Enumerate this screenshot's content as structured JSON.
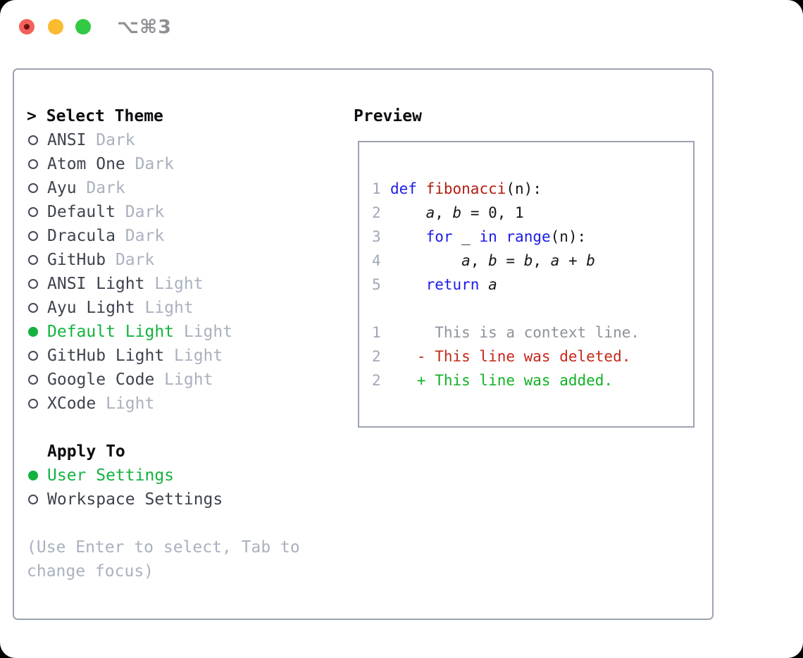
{
  "titlebar": {
    "shortcut": "⌥⌘3",
    "traffic_lights": {
      "close_color": "#f4605a",
      "minimize_color": "#fbbb2f",
      "zoom_color": "#32c944"
    }
  },
  "theme_panel": {
    "prompt": ">",
    "title": "Select Theme",
    "items": [
      {
        "name": "ANSI",
        "variant": "Dark",
        "selected": false
      },
      {
        "name": "Atom One",
        "variant": "Dark",
        "selected": false
      },
      {
        "name": "Ayu",
        "variant": "Dark",
        "selected": false
      },
      {
        "name": "Default",
        "variant": "Dark",
        "selected": false
      },
      {
        "name": "Dracula",
        "variant": "Dark",
        "selected": false
      },
      {
        "name": "GitHub",
        "variant": "Dark",
        "selected": false
      },
      {
        "name": "ANSI Light",
        "variant": "Light",
        "selected": false
      },
      {
        "name": "Ayu Light",
        "variant": "Light",
        "selected": false
      },
      {
        "name": "Default Light",
        "variant": "Light",
        "selected": true
      },
      {
        "name": "GitHub Light",
        "variant": "Light",
        "selected": false
      },
      {
        "name": "Google Code",
        "variant": "Light",
        "selected": false
      },
      {
        "name": "XCode",
        "variant": "Light",
        "selected": false
      }
    ],
    "apply_to": {
      "title": "Apply To",
      "options": [
        {
          "label": "User Settings",
          "selected": true
        },
        {
          "label": "Workspace Settings",
          "selected": false
        }
      ]
    },
    "help_lines": [
      "(Use Enter to select, Tab to",
      "change focus)"
    ]
  },
  "preview": {
    "title": "Preview",
    "code_lines": [
      {
        "num": "1",
        "tokens": [
          {
            "t": "def",
            "c": "kw"
          },
          {
            "t": " ",
            "c": "pl"
          },
          {
            "t": "fibonacci",
            "c": "fn"
          },
          {
            "t": "(n):",
            "c": "pl"
          }
        ]
      },
      {
        "num": "2",
        "tokens": [
          {
            "t": "    ",
            "c": "pl"
          },
          {
            "t": "a",
            "c": "va"
          },
          {
            "t": ", ",
            "c": "pl"
          },
          {
            "t": "b",
            "c": "va"
          },
          {
            "t": " = 0, 1",
            "c": "pl"
          }
        ]
      },
      {
        "num": "3",
        "tokens": [
          {
            "t": "    ",
            "c": "pl"
          },
          {
            "t": "for",
            "c": "kw"
          },
          {
            "t": " _ ",
            "c": "pl"
          },
          {
            "t": "in",
            "c": "kw"
          },
          {
            "t": " ",
            "c": "pl"
          },
          {
            "t": "range",
            "c": "kw"
          },
          {
            "t": "(n):",
            "c": "pl"
          }
        ]
      },
      {
        "num": "4",
        "tokens": [
          {
            "t": "        ",
            "c": "pl"
          },
          {
            "t": "a",
            "c": "va"
          },
          {
            "t": ", ",
            "c": "pl"
          },
          {
            "t": "b",
            "c": "va"
          },
          {
            "t": " = ",
            "c": "pl"
          },
          {
            "t": "b",
            "c": "va"
          },
          {
            "t": ", ",
            "c": "pl"
          },
          {
            "t": "a",
            "c": "va"
          },
          {
            "t": " + ",
            "c": "pl"
          },
          {
            "t": "b",
            "c": "va"
          }
        ]
      },
      {
        "num": "5",
        "tokens": [
          {
            "t": "    ",
            "c": "pl"
          },
          {
            "t": "return",
            "c": "kw"
          },
          {
            "t": " ",
            "c": "pl"
          },
          {
            "t": "a",
            "c": "va"
          }
        ]
      },
      {
        "num": "",
        "tokens": []
      },
      {
        "num": "1",
        "tokens": [
          {
            "t": "     This is a context line.",
            "c": "ctx"
          }
        ]
      },
      {
        "num": "2",
        "tokens": [
          {
            "t": "   - This line was deleted.",
            "c": "del"
          }
        ]
      },
      {
        "num": "2",
        "tokens": [
          {
            "t": "   + This line was added.",
            "c": "add"
          }
        ]
      }
    ]
  },
  "colors": {
    "accent_green": "#14b23e",
    "keyword_blue": "#1b1be8",
    "function_red": "#b01e13",
    "diff_deleted_red": "#c5271a",
    "diff_added_green": "#10b224",
    "muted_gray": "#a9b1bf",
    "border_gray": "#9ba3b2",
    "line_number_gray": "#9fa8b8"
  }
}
